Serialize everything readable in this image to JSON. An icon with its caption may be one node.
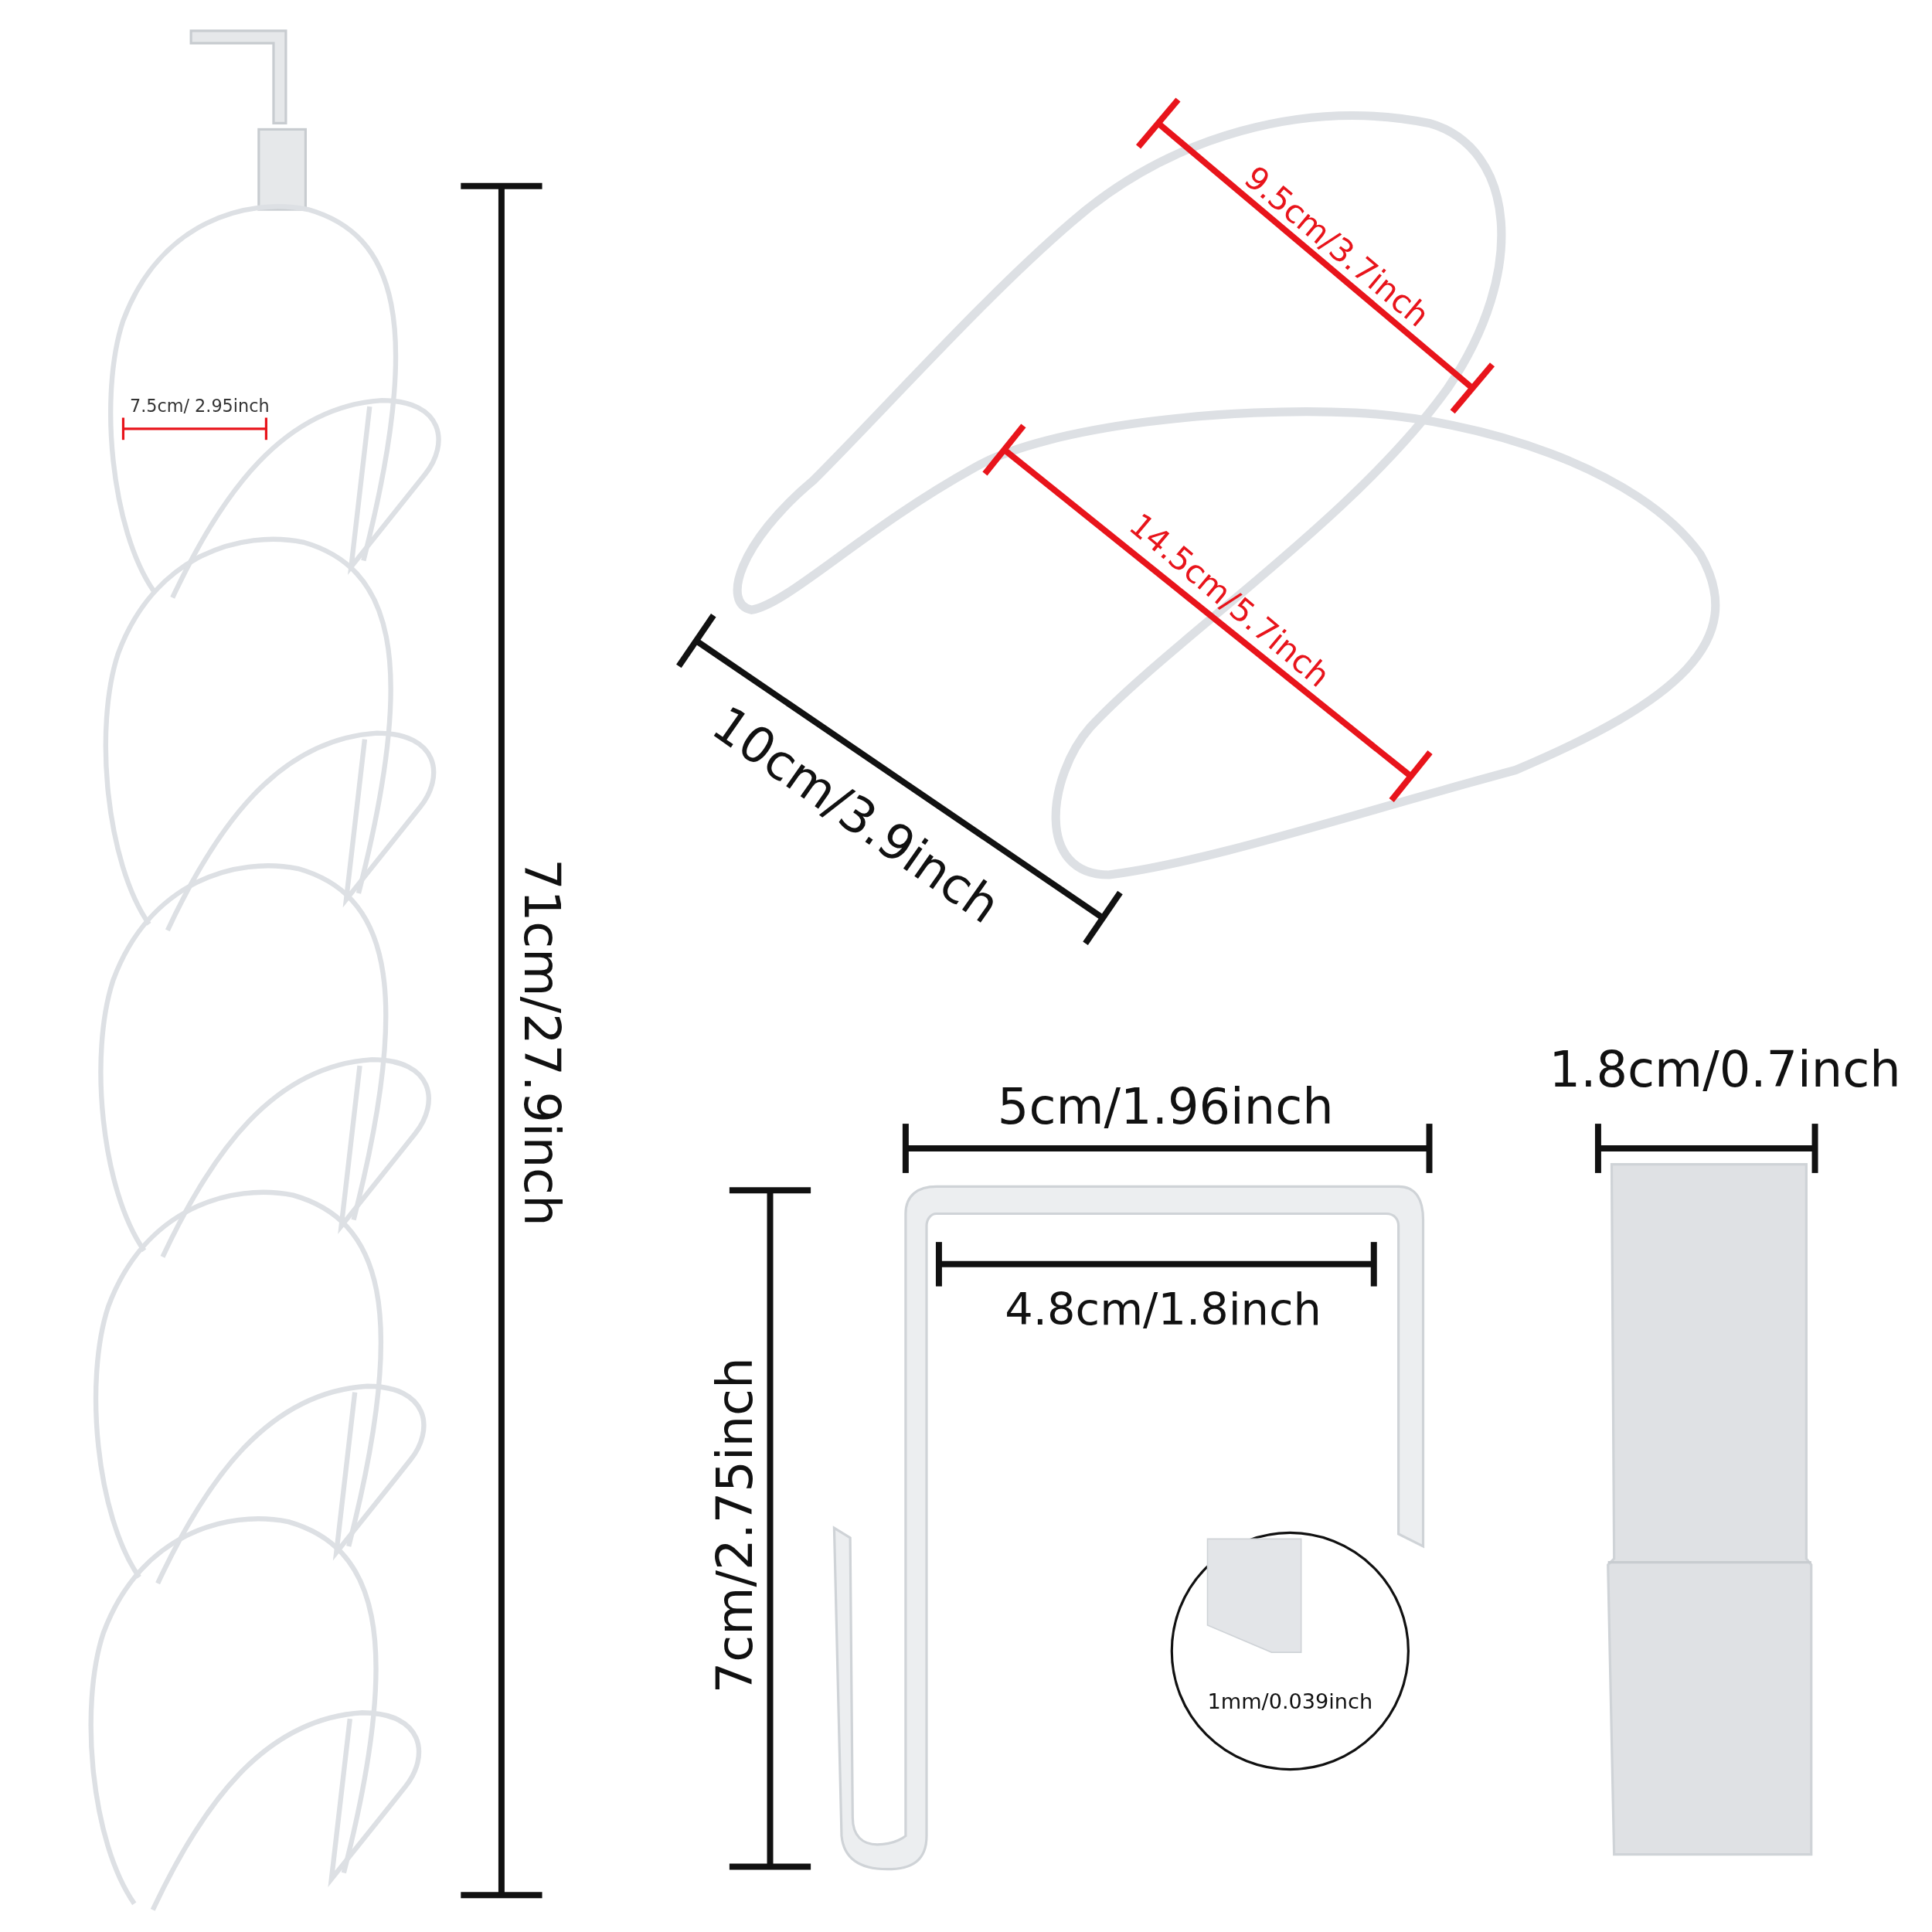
{
  "diagram": {
    "nodes": [
      {
        "text": [
          "1mm/0.039inch"
        ]
      }
    ],
    "labels": [
      "7.5cm/ 2.95inch",
      "71cm/27.9inch",
      "9.5cm/3.7inch",
      "14.5cm/5.7inch",
      "10cm/3.9inch",
      "1.8cm/0.7inch",
      "5cm/1.96inch",
      "4.8cm/1.8inch",
      "7cm/2.75inch"
    ]
  }
}
